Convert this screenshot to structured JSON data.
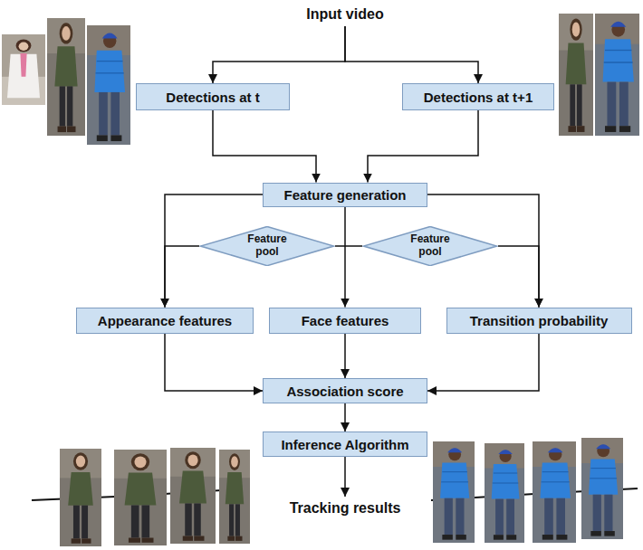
{
  "diagram": {
    "nodes": [
      {
        "text": [
          "Input video"
        ]
      },
      {
        "text": [
          "Detections at t"
        ]
      },
      {
        "text": [
          "Detections at t+1"
        ]
      },
      {
        "text": [
          "Feature generation"
        ]
      },
      {
        "text": [
          "Feature pool"
        ]
      },
      {
        "text": [
          "Feature pool"
        ]
      },
      {
        "text": [
          "Appearance features"
        ]
      },
      {
        "text": [
          "Face features"
        ]
      },
      {
        "text": [
          "Transition probability"
        ]
      },
      {
        "text": [
          "Association score"
        ]
      },
      {
        "text": [
          "Inference Algorithm"
        ]
      },
      {
        "text": [
          "Tracking results"
        ]
      }
    ],
    "edges": [
      {
        "from": 0,
        "to": 1,
        "arrow": "to"
      },
      {
        "from": 0,
        "to": 2,
        "arrow": "to"
      },
      {
        "from": 1,
        "to": 3,
        "arrow": "to"
      },
      {
        "from": 2,
        "to": 3,
        "arrow": "to"
      },
      {
        "from": 3,
        "to": 6,
        "arrow": "to"
      },
      {
        "from": 3,
        "to": 7,
        "arrow": "to"
      },
      {
        "from": 3,
        "to": 8,
        "arrow": "to"
      },
      {
        "from": 4,
        "to": 6,
        "arrow": "to"
      },
      {
        "from": 5,
        "to": 8,
        "arrow": "to"
      },
      {
        "from": 6,
        "to": 9,
        "arrow": "to"
      },
      {
        "from": 7,
        "to": 9,
        "arrow": "to"
      },
      {
        "from": 8,
        "to": 9,
        "arrow": "to"
      },
      {
        "from": 9,
        "to": 10,
        "arrow": "to"
      },
      {
        "from": 10,
        "to": 11,
        "arrow": "to"
      }
    ]
  }
}
